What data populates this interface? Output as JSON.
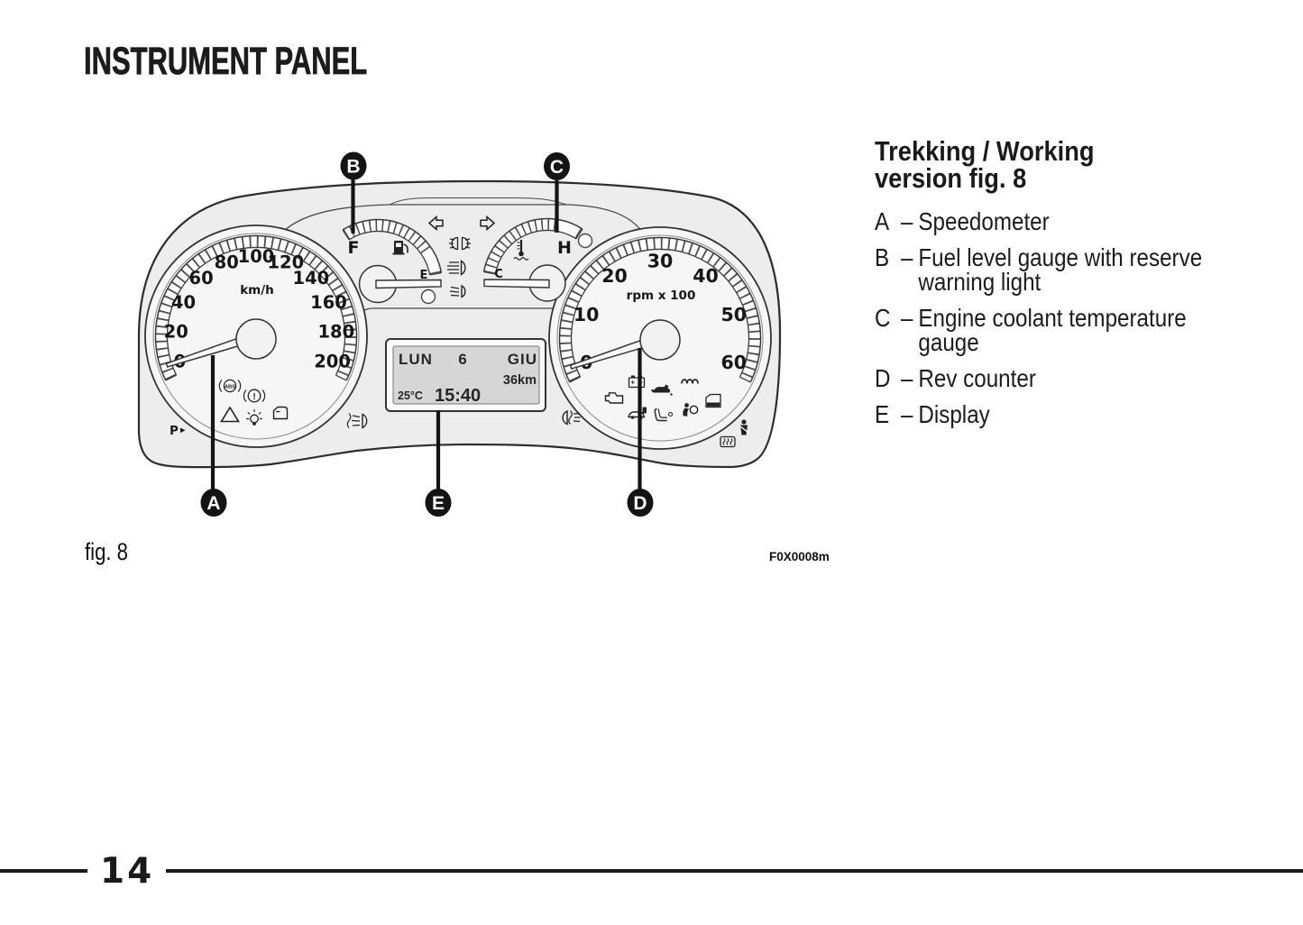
{
  "page": {
    "title": "INSTRUMENT PANEL",
    "figure_caption": "fig. 8",
    "figure_code": "F0X0008m",
    "page_number": "14"
  },
  "legend": {
    "heading_line1": "Trekking / Working",
    "heading_line2": "version fig. 8",
    "dash": "–",
    "items": [
      {
        "key": "A",
        "lines": [
          "Speedometer"
        ]
      },
      {
        "key": "B",
        "lines": [
          "Fuel level gauge with reserve",
          "warning light"
        ]
      },
      {
        "key": "C",
        "lines": [
          "Engine coolant temperature",
          "gauge"
        ]
      },
      {
        "key": "D",
        "lines": [
          "Rev counter"
        ]
      },
      {
        "key": "E",
        "lines": [
          "Display"
        ]
      }
    ]
  },
  "cluster": {
    "speedometer": {
      "numerals": [
        "0",
        "20",
        "40",
        "60",
        "80",
        "100",
        "120",
        "140",
        "160",
        "180",
        "200"
      ],
      "unit": "km/h"
    },
    "rev_counter": {
      "numerals": [
        "0",
        "10",
        "20",
        "30",
        "40",
        "50",
        "60"
      ],
      "unit": "rpm x 100"
    },
    "fuel_gauge": {
      "full_label": "F",
      "needle_label": "E"
    },
    "temp_gauge": {
      "hot_label": "H",
      "needle_label": "C"
    },
    "parking_label": "P",
    "display": {
      "day": "LUN",
      "date": "6",
      "month": "GIU",
      "trip": "36km",
      "temperature": "25°C",
      "time": "15:40"
    },
    "callouts": {
      "speedometer": "A",
      "fuel": "B",
      "temp": "C",
      "rev": "D",
      "display": "E"
    },
    "icon_names": [
      "abs-icon",
      "brake-warning-icon",
      "hazard-triangle-icon",
      "exterior-light-icon",
      "door-open-icon",
      "parking-icon",
      "front-fog-icon",
      "rear-fog-icon",
      "turn-left-icon",
      "turn-right-icon",
      "position-lights-icon",
      "high-beam-icon",
      "low-beam-icon",
      "fuel-pump-icon",
      "thermometer-icon",
      "battery-icon",
      "oil-pressure-icon",
      "glow-plug-icon",
      "check-engine-icon",
      "fuel-filter-icon",
      "immobilizer-icon",
      "seat-icon",
      "airbag-icon",
      "seatbelt-icon",
      "rear-defrost-icon"
    ]
  }
}
